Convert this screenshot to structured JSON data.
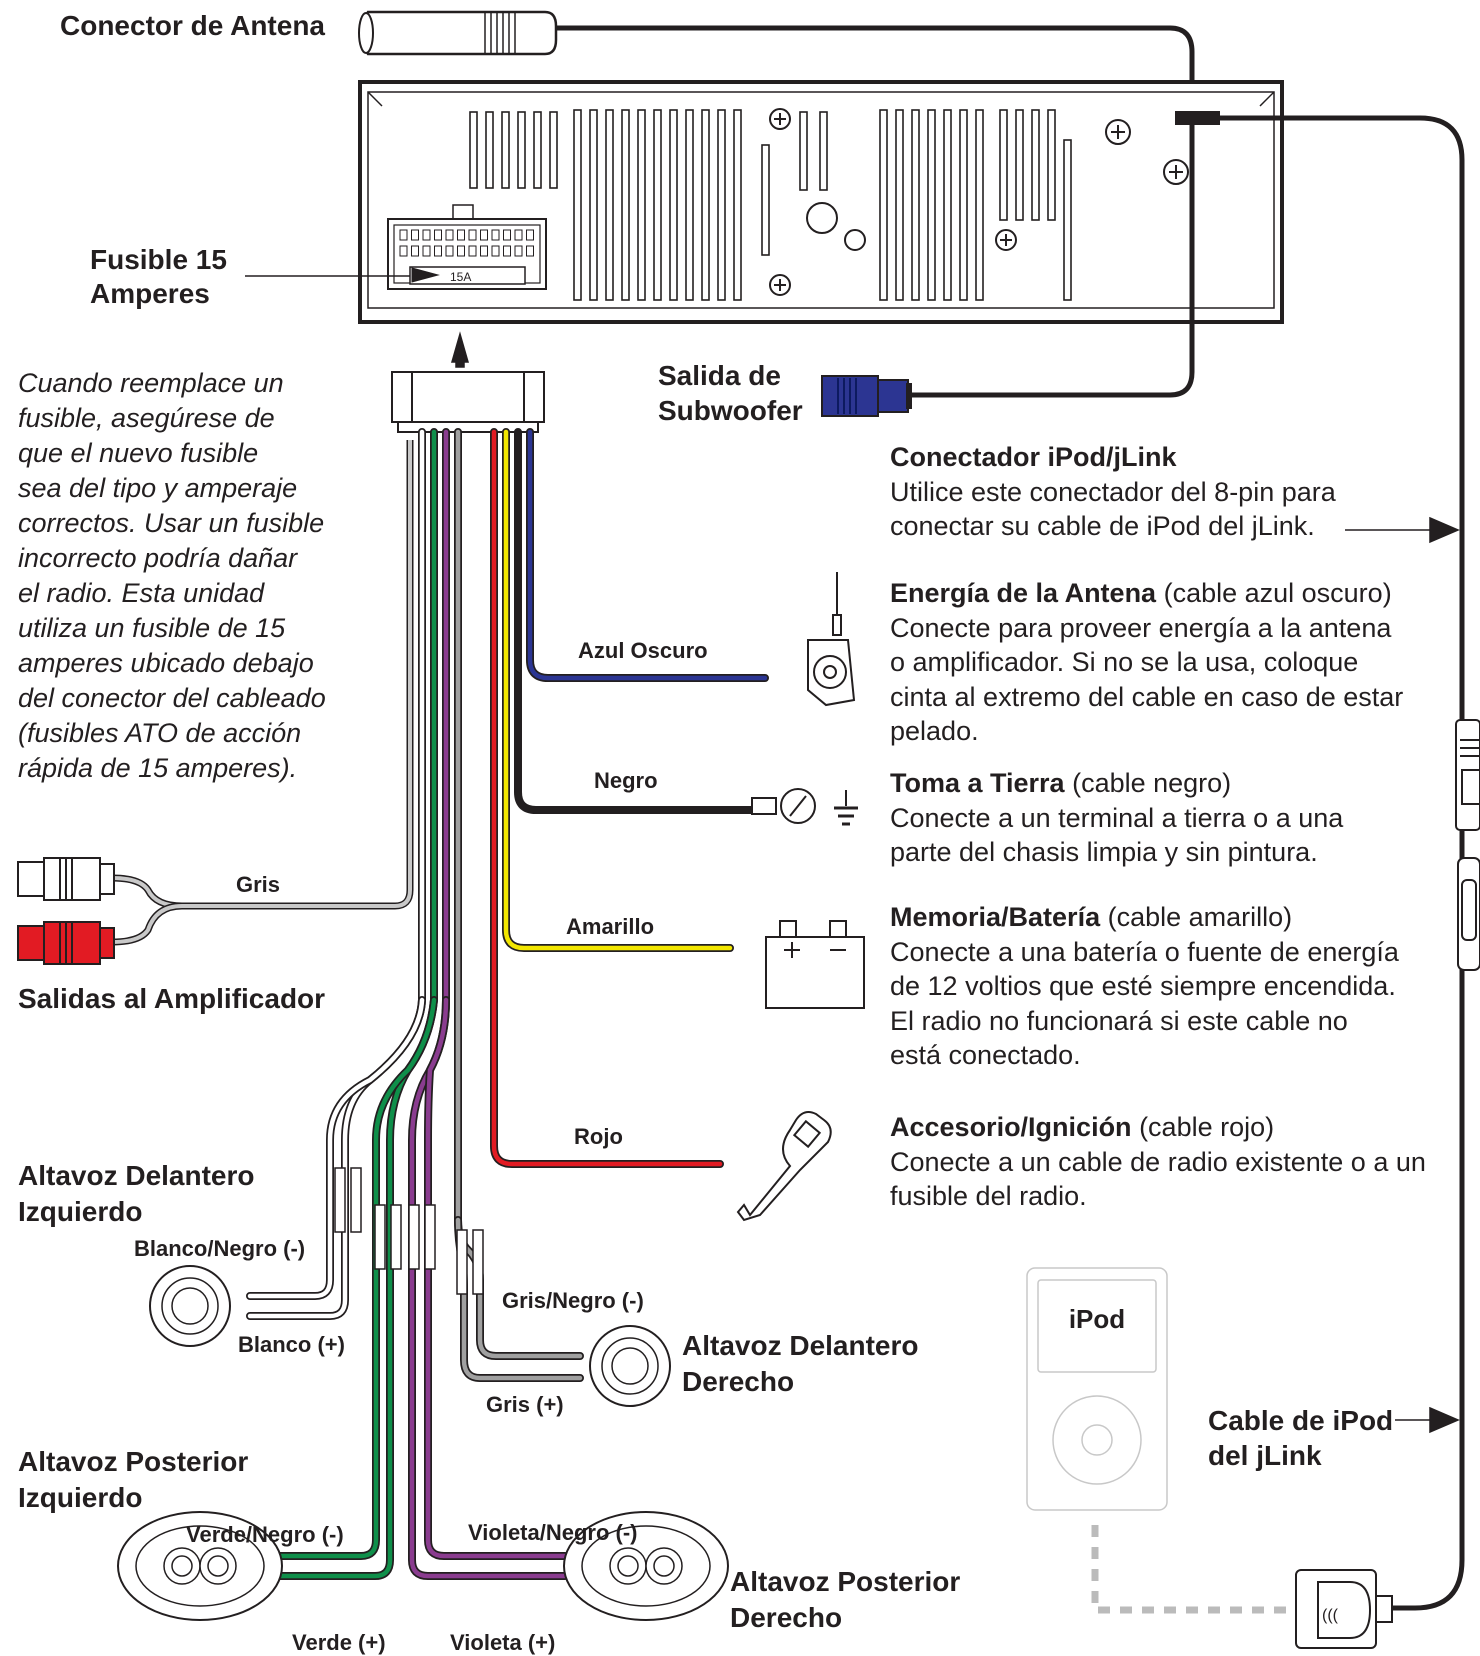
{
  "labels": {
    "antenna_connector": "Conector de Antena",
    "fuse_line1": "Fusible 15",
    "fuse_line2": "Amperes",
    "fuse_marking": "15A",
    "subwoofer_line1": "Salida de",
    "subwoofer_line2": "Subwoofer",
    "amp_outputs": "Salidas al Amplificador",
    "front_left_line1": "Altavoz Delantero",
    "front_left_line2": "Izquierdo",
    "front_right_line1": "Altavoz Delantero",
    "front_right_line2": "Derecho",
    "rear_left_line1": "Altavoz Posterior",
    "rear_left_line2": "Izquierdo",
    "rear_right_line1": "Altavoz Posterior",
    "rear_right_line2": "Derecho",
    "ipod_cable_line1": "Cable de iPod",
    "ipod_cable_line2": "del jLink",
    "ipod_screen": "iPod"
  },
  "wires": {
    "azul": "Azul Oscuro",
    "negro": "Negro",
    "gris": "Gris",
    "amarillo": "Amarillo",
    "rojo": "Rojo",
    "blanco_negro": "Blanco/Negro (-)",
    "blanco": "Blanco (+)",
    "gris_negro": "Gris/Negro (-)",
    "gris_pos": "Gris (+)",
    "verde_negro": "Verde/Negro (-)",
    "verde": "Verde (+)",
    "violeta_negro": "Violeta/Negro (-)",
    "violeta": "Violeta (+)"
  },
  "note_lines": [
    "Cuando reemplace un",
    "fusible, asegúrese de",
    "que el nuevo fusible",
    "sea del tipo y amperaje",
    "correctos. Usar un fusible",
    "incorrecto podría dañar",
    "el radio. Esta unidad",
    "utiliza un fusible de 15",
    "amperes ubicado debajo",
    "del conector del cableado",
    "(fusibles ATO de acción",
    "rápida de 15 amperes)."
  ],
  "descriptions": {
    "ipod": {
      "title": "Conectador iPod/jLink",
      "suffix": "",
      "lines": [
        "Utilice este conectador del 8-pin para",
        "conectar su cable de iPod del jLink."
      ]
    },
    "antenna_power": {
      "title": "Energía de la Antena",
      "suffix": " (cable azul oscuro)",
      "lines": [
        "Conecte para proveer energía a la antena",
        "o amplificador. Si no se la usa, coloque",
        "cinta al extremo del cable en caso de estar",
        "pelado."
      ]
    },
    "ground": {
      "title": "Toma a Tierra",
      "suffix": " (cable negro)",
      "lines": [
        "Conecte a un terminal a tierra o a una",
        "parte del chasis limpia y sin pintura."
      ]
    },
    "memory": {
      "title": "Memoria/Batería",
      "suffix": " (cable amarillo)",
      "lines": [
        "Conecte a una batería o fuente de energía",
        "de 12 voltios que esté siempre encendida.",
        "El radio no funcionará si este cable no",
        "está conectado."
      ]
    },
    "accessory": {
      "title": "Accesorio/Ignición",
      "suffix": " (cable rojo)",
      "lines": [
        "Conecte a un cable de radio existente o a un",
        "fusible del radio."
      ]
    }
  },
  "colors": {
    "blue": "#2b3593",
    "black": "#231f20",
    "gray": "#a0a0a0",
    "yellow": "#f2e600",
    "red": "#e21b23",
    "green": "#0f8f4a",
    "violet": "#8a3c8f",
    "white": "#ffffff",
    "rca_red": "#e21b23",
    "sub_connector": "#2c3592"
  }
}
